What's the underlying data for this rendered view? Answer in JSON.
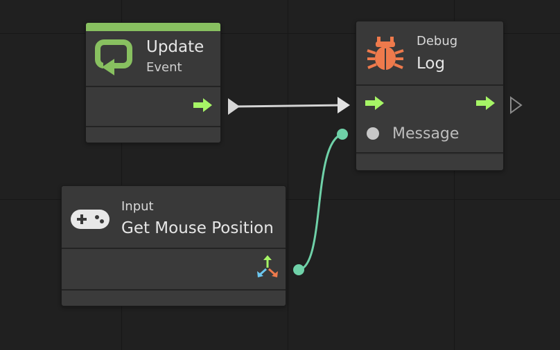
{
  "colors": {
    "canvas_bg": "#202020",
    "grid_line": "#171717",
    "node_bg": "#383838",
    "event_accent": "#88c060",
    "flow_arrow": "#a6f566",
    "value_wire": "#6fd1a8",
    "flow_wire": "#c8c8c8",
    "debug_icon": "#ee7a4c",
    "message_dot": "#c8c8c8"
  },
  "nodes": {
    "update_event": {
      "title": "Update",
      "subtitle": "Event",
      "icon": "update-loop-icon",
      "output_port": "flow-arrow-icon"
    },
    "debug_log": {
      "category": "Debug",
      "title": "Log",
      "icon": "bug-icon",
      "input_port": "flow-arrow-icon",
      "output_port": "flow-arrow-icon",
      "message_label": "Message"
    },
    "get_mouse_position": {
      "category": "Input",
      "title": "Get Mouse Position",
      "icon": "gamepad-icon",
      "output_port": "vector3-axes-icon"
    }
  }
}
